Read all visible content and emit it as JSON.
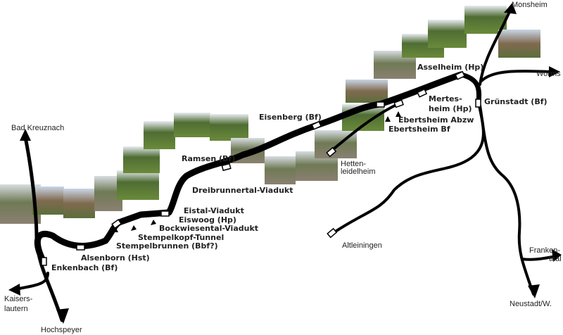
{
  "stations": {
    "enkenbach": "Enkenbach (Bf)",
    "alsenborn": "Alsenborn (Hst)",
    "stempelbrunnen": "Stempelbrunnen (Bbf?)",
    "stempelkopf": "Stempelkopf-Tunnel",
    "bockwiesental": "Bockwiesental-Viadukt",
    "eiswoog": "Eiswoog (Hp)",
    "eistal": "Eistal-Viadukt",
    "dreibrunnertal": "Dreibrunnertal-Viadukt",
    "ramsen": "Ramsen (Bf)",
    "eisenberg": "Eisenberg (Bf)",
    "ebertsheim_bf": "Ebertsheim Bf",
    "ebertsheim_abzw": "Ebertsheim Abzw",
    "mertesheim_1": "Mertes-",
    "mertesheim_2": "heim (Hp)",
    "asselheim": "Asselheim (Hp)",
    "gruenstadt": "Grünstadt (Bf)"
  },
  "places": {
    "bad_kreuznach": "Bad Kreuznach",
    "kaiserslautern_1": "Kaisers-",
    "kaiserslautern_2": "lautern",
    "hochspeyer": "Hochspeyer",
    "hettenleidelheim_1": "Hetten-",
    "hettenleidelheim_2": "leidelheim",
    "altleiningen": "Altleiningen",
    "monsheim": "Monsheim",
    "worms": "Worms",
    "frankenthal_1": "Franken-",
    "frankenthal_2": "thal",
    "neustadt": "Neustadt/W."
  },
  "colors": {
    "track": "#000000",
    "station": "#ffffff"
  }
}
